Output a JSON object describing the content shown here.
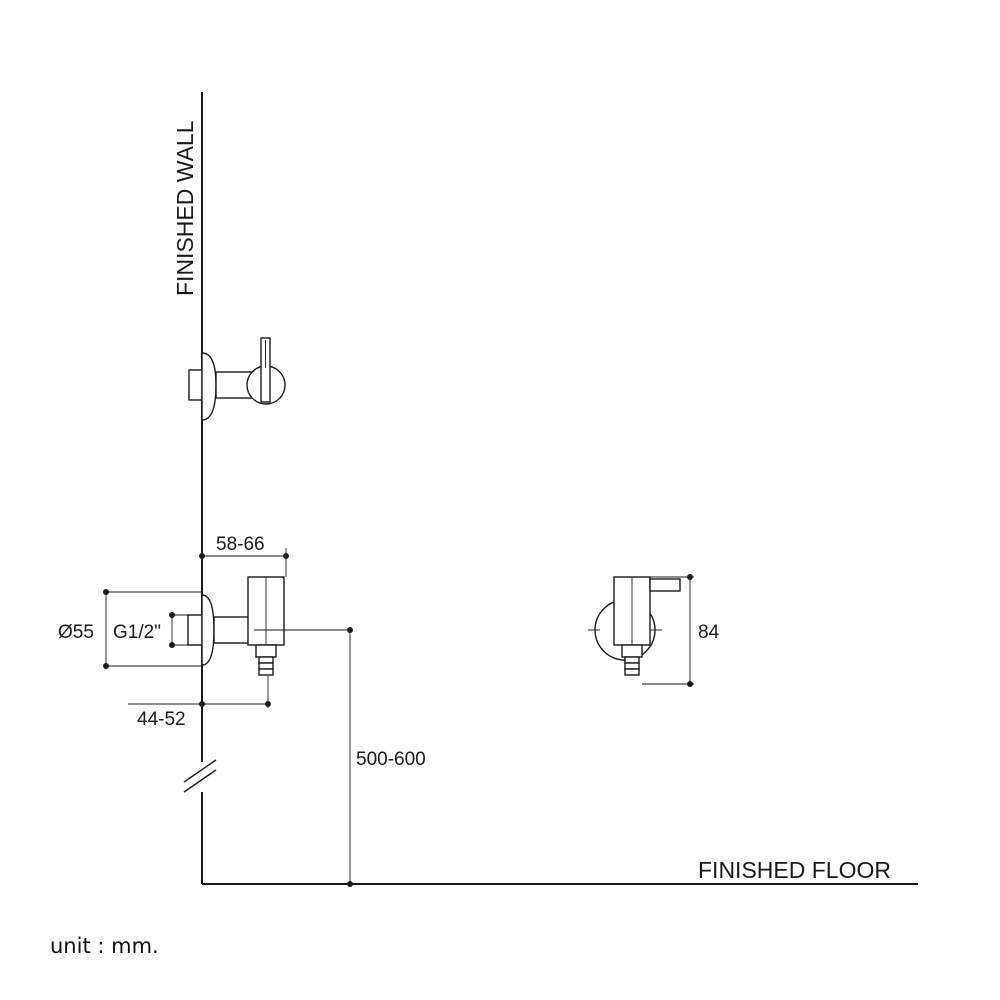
{
  "labels": {
    "finished_wall": "FINISHED WALL",
    "finished_floor": "FINISHED FLOOR",
    "dim_projection": "58-66",
    "dim_flange_diameter": "Ø55",
    "dim_thread": "G1/2\"",
    "dim_outlet_offset": "44-52",
    "dim_height": "500-600",
    "dim_front_height": "84"
  },
  "footer": {
    "unit": "unit : mm."
  }
}
